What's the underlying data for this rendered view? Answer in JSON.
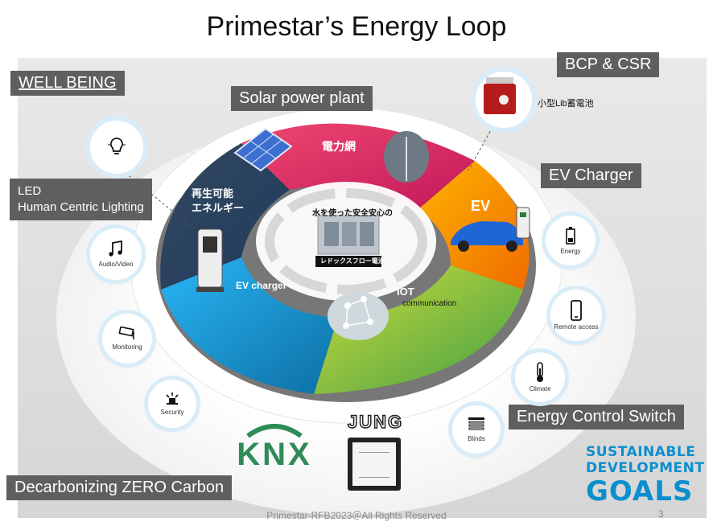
{
  "title": "Primestar’s Energy Loop",
  "tags": {
    "well_being": "WELL BEING",
    "bcp_csr": "BCP & CSR",
    "solar_power_plant": "Solar power plant",
    "led_line1": "LED",
    "led_line2": "Human Centric Lighting",
    "ev_charger": "EV Charger",
    "energy_control_switch": "Energy Control Switch",
    "decarbonizing": "Decarbonizing ZERO Carbon"
  },
  "ring": {
    "grid": "電力網",
    "renewable_line1": "再生可能",
    "renewable_line2": "エネルギー",
    "ev": "EV",
    "ev_charger": "EV charger",
    "iot": "IOT",
    "communication": "communication",
    "center_caption": "水を使った安全安心の",
    "battery_label": "レドックスフロー電池"
  },
  "battery_callout": "小型Lib蓄電池",
  "bubbles": {
    "audio_video": "Audio/Video",
    "monitoring": "Monitoring",
    "security": "Security",
    "energy": "Energy",
    "remote_access": "Remote access",
    "climate": "Climate",
    "blinds": "Blinds"
  },
  "logos": {
    "knx": "KNX",
    "jung": "JUNG",
    "sdg_line1": "SUSTAINABLE",
    "sdg_line2": "DEVELOPMENT",
    "sdg_line3": "GOALS"
  },
  "footer": "Primestar-RFB2023＠All Rights Reserved",
  "page_number": "3",
  "icons": [
    "lightbulb-icon",
    "music-note-icon",
    "cctv-camera-icon",
    "alarm-icon",
    "battery-icon",
    "smartphone-icon",
    "thermometer-icon",
    "blinds-icon"
  ],
  "colors": {
    "grid_segment": "#d81b60",
    "ev_segment": "#f57c00",
    "iot_segment": "#8bc34a",
    "charger_segment": "#1a8fc6",
    "renewable_segment": "#2c3e5c",
    "tag_background": "#5f5f5f",
    "sdg_blue": "#0a8fce"
  }
}
